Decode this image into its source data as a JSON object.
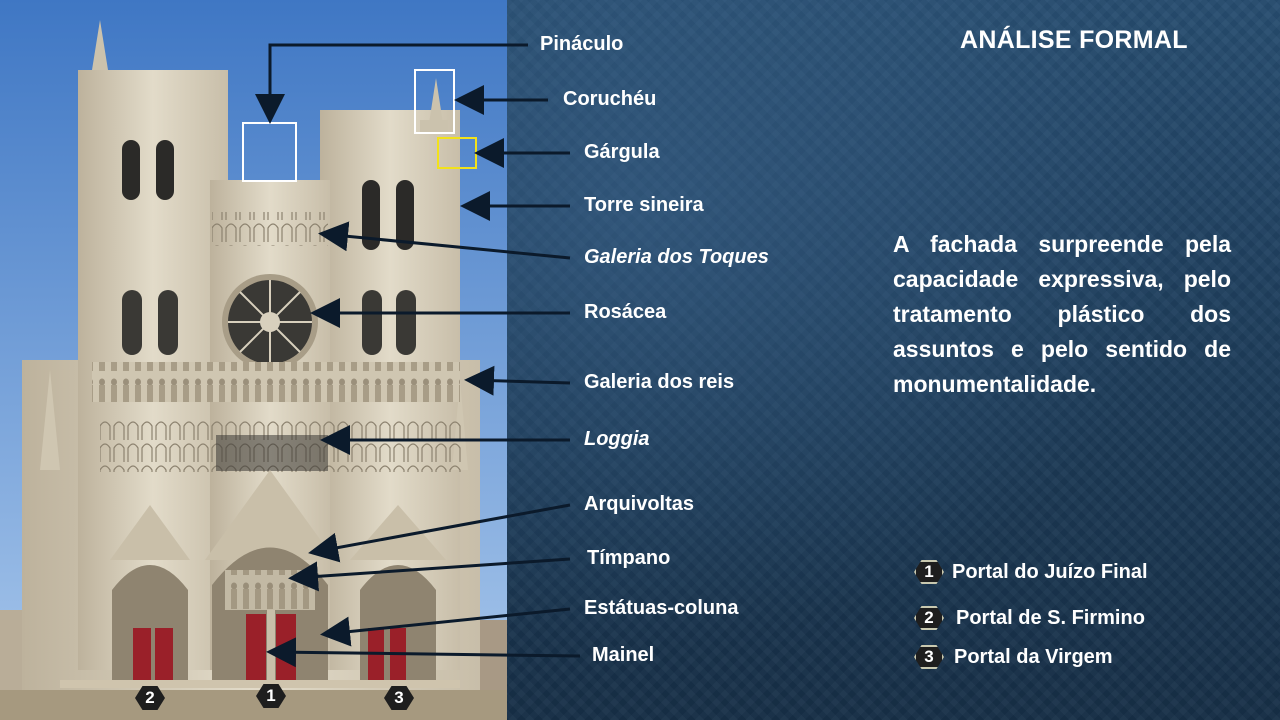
{
  "title": "ANÁLISE FORMAL",
  "labels": {
    "pinaculo": "Pináculo",
    "corucheu": "Coruchéu",
    "gargula": "Gárgula",
    "torre_sineira": "Torre sineira",
    "galeria_toques": "Galeria dos Toques",
    "rosacea": "Rosácea",
    "galeria_reis": "Galeria dos reis",
    "loggia": "Loggia",
    "arquivoltas": "Arquivoltas",
    "timpano": "Tímpano",
    "estatuas_coluna": "Estátuas-coluna",
    "mainel": "Mainel"
  },
  "description": "A fachada surpreende pela capacidade expressiva, pelo tratamento plástico dos assuntos e pelo sentido de monumentalidade.",
  "portals": [
    {
      "number": "1",
      "label": "Portal do Juízo Final"
    },
    {
      "number": "2",
      "label": "Portal de S. Firmino"
    },
    {
      "number": "3",
      "label": "Portal da Virgem"
    }
  ],
  "photo_badges": [
    "2",
    "1",
    "3"
  ],
  "colors": {
    "sky": "#5a8fd0",
    "stone": "#d8d0bd",
    "door": "#9a2029",
    "highlight_white": "#ffffff",
    "highlight_yellow": "#f2e21a",
    "arrow": "#0b1a2b"
  }
}
